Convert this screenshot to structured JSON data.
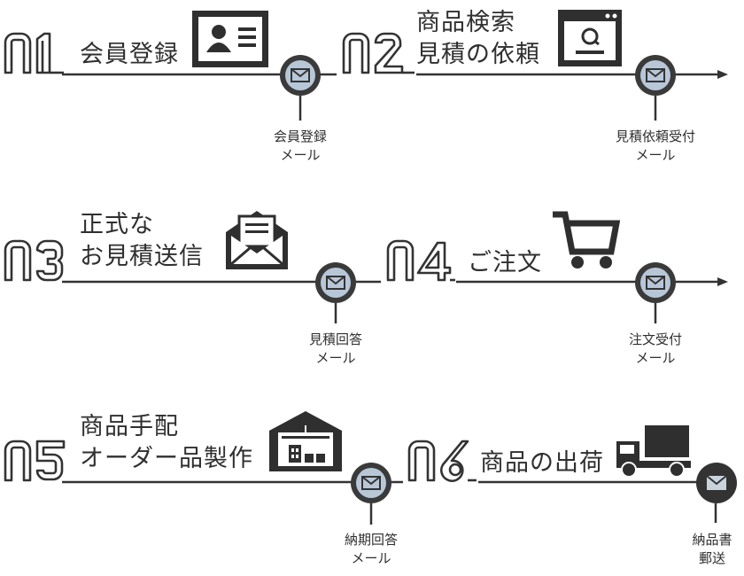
{
  "steps": [
    {
      "number": "01",
      "title": "会員登録",
      "email": "会員登録\nメール",
      "icon": "profile-card-icon"
    },
    {
      "number": "02",
      "title": "商品検索\n見積の依頼",
      "email": "見積依頼受付\nメール",
      "icon": "browser-search-icon"
    },
    {
      "number": "03",
      "title": "正式な\nお見積送信",
      "email": "見積回答\nメール",
      "icon": "envelope-letter-icon"
    },
    {
      "number": "04",
      "title": "ご注文",
      "email": "注文受付\nメール",
      "icon": "shopping-cart-icon"
    },
    {
      "number": "05",
      "title": "商品手配\nオーダー品製作",
      "email": "納期回答\nメール",
      "icon": "warehouse-icon"
    },
    {
      "number": "06",
      "title": "商品の出荷",
      "email": "納品書\n郵送",
      "icon": "delivery-truck-icon"
    }
  ],
  "colors": {
    "ink": "#2f2f2f",
    "mail_fill": "#b8c7d8",
    "mail_ring": "#3a3a3a",
    "final_mail": "#333333"
  }
}
